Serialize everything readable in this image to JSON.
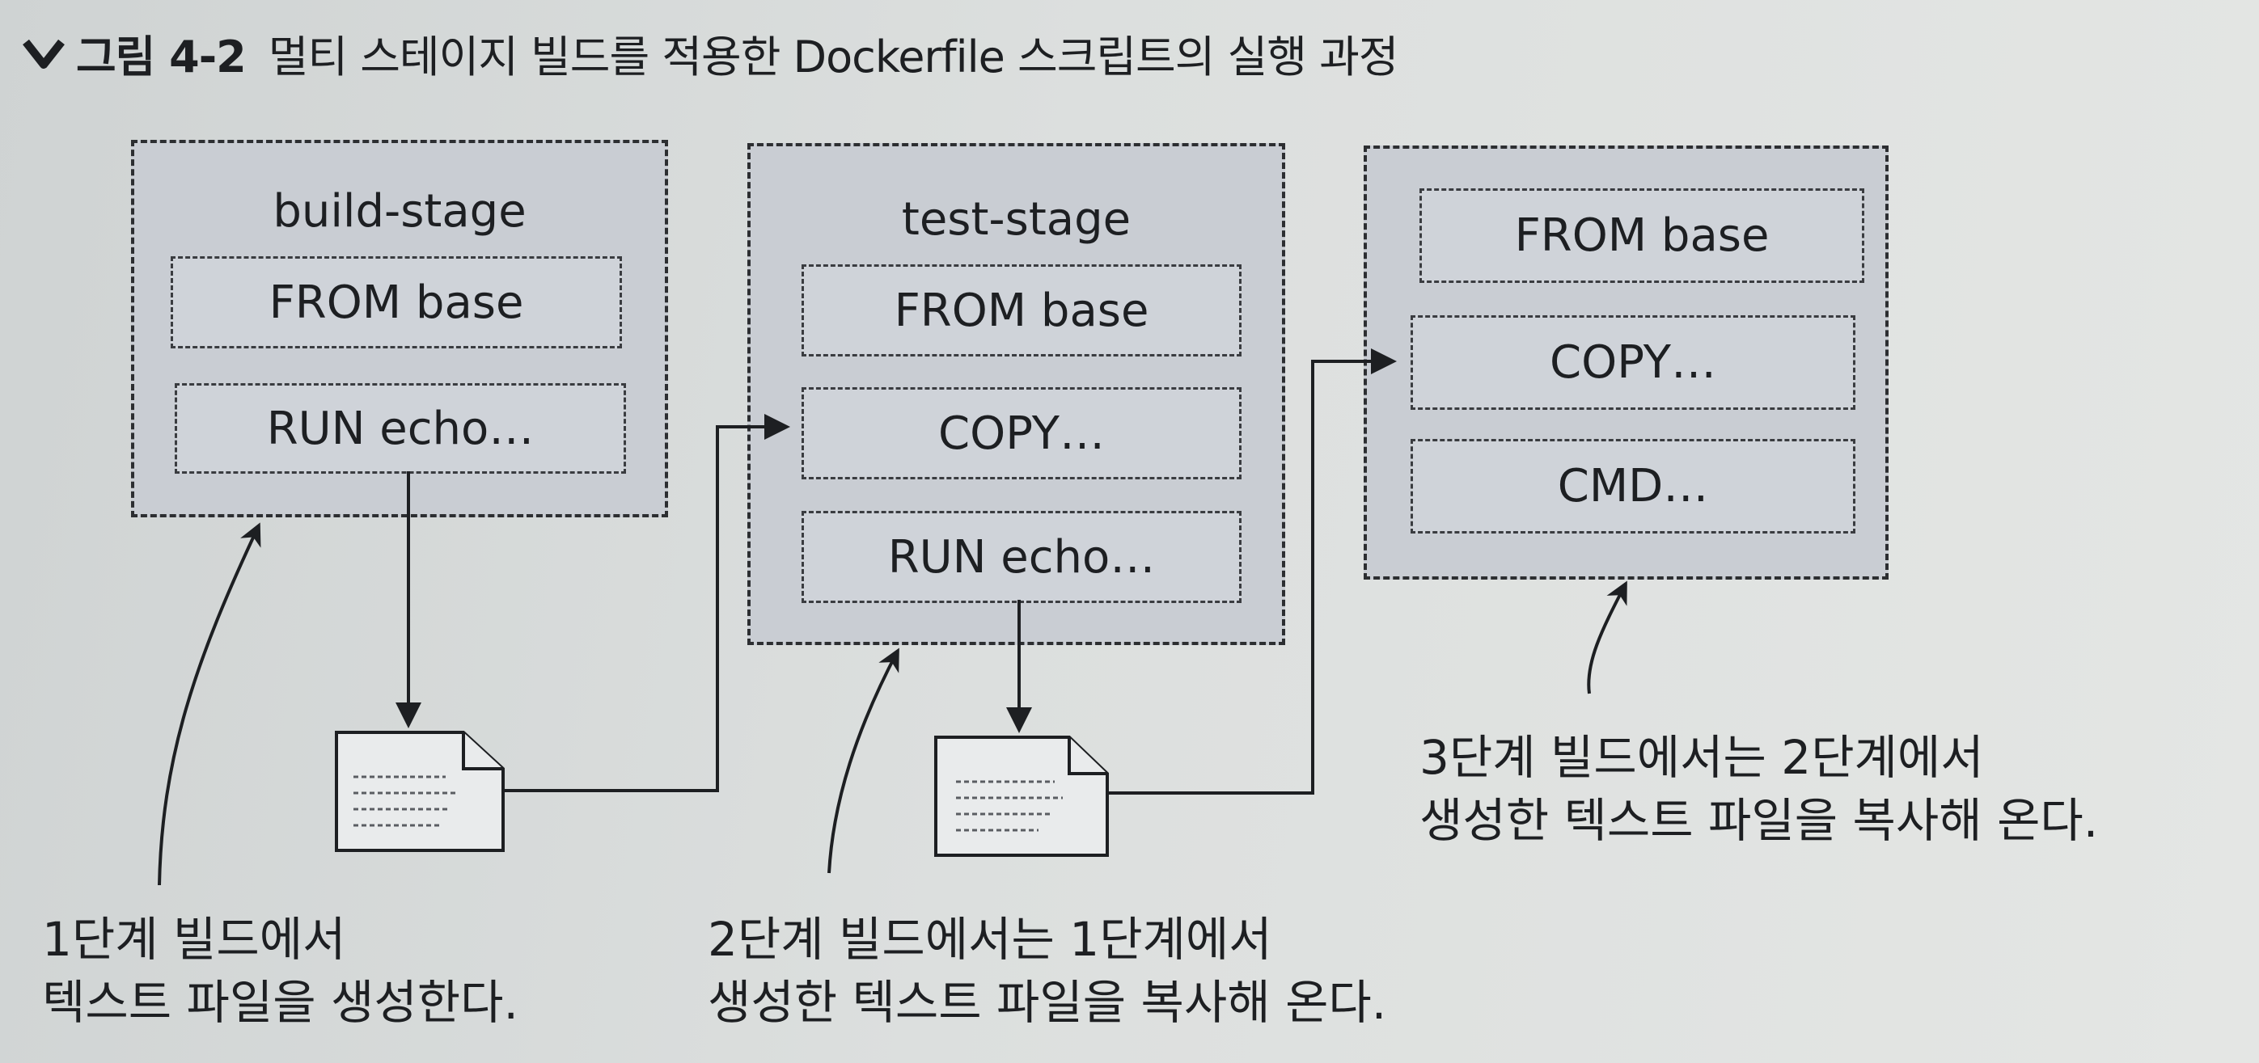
{
  "figure": {
    "number": "그림 4-2",
    "title": "멀티 스테이지 빌드를 적용한 Dockerfile 스크립트의 실행 과정"
  },
  "stages": [
    {
      "label": "build-stage",
      "commands": [
        "FROM base",
        "RUN echo…"
      ]
    },
    {
      "label": "test-stage",
      "commands": [
        "FROM base",
        "COPY…",
        "RUN echo…"
      ]
    },
    {
      "commands": [
        "FROM base",
        "COPY…",
        "CMD…"
      ]
    }
  ],
  "captions": [
    {
      "lines": [
        "1단계 빌드에서",
        "텍스트 파일을 생성한다."
      ]
    },
    {
      "lines": [
        "2단계 빌드에서는 1단계에서",
        "생성한 텍스트 파일을 복사해 온다."
      ]
    },
    {
      "lines": [
        "3단계 빌드에서는 2단계에서",
        "생성한 텍스트 파일을 복사해 온다."
      ]
    }
  ],
  "icons": [
    "chevron-down-icon",
    "text-file-icon"
  ],
  "colors": {
    "box_fill": "#c9cdd3",
    "line": "#1d1f22"
  }
}
